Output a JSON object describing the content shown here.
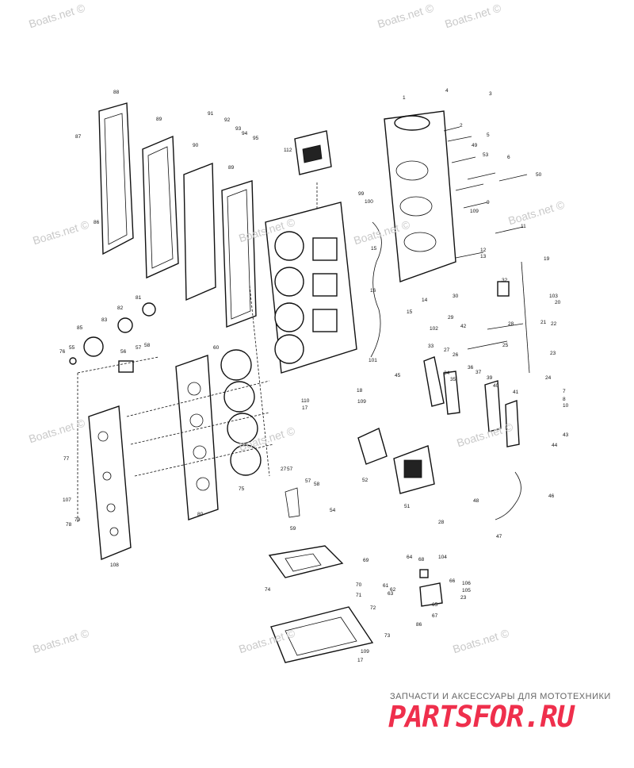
{
  "watermarks": [
    "Boats.net ©",
    "Boats.net ©",
    "Boats.net ©",
    "Boats.net ©",
    "Boats.net ©",
    "Boats.net ©",
    "Boats.net ©",
    "Boats.net ©",
    "Boats.net ©",
    "Boats.net ©",
    "Boats.net ©",
    "Boats.net ©",
    "Boats.net ©"
  ],
  "brand": {
    "caption": "ЗАПЧАСТИ И АКСЕССУАРЫ ДЛЯ МОТОТЕХНИКИ",
    "logo": "PARTSFOR.RU",
    "logo_color": "#ef2f4c"
  },
  "callouts": [
    "88",
    "89",
    "90",
    "89",
    "91",
    "92",
    "93",
    "94",
    "95",
    "87",
    "86",
    "112",
    "4",
    "3",
    "1",
    "2",
    "5",
    "49",
    "53",
    "6",
    "50",
    "99",
    "100",
    "9",
    "109",
    "11",
    "12",
    "13",
    "19",
    "15",
    "16",
    "32",
    "30",
    "103",
    "20",
    "14",
    "15",
    "102",
    "29",
    "42",
    "28",
    "21",
    "22",
    "25",
    "23",
    "33",
    "27",
    "26",
    "101",
    "34",
    "35",
    "36",
    "37",
    "39",
    "24",
    "7",
    "8",
    "10",
    "43",
    "44",
    "40",
    "41",
    "45",
    "60",
    "82",
    "81",
    "83",
    "85",
    "55",
    "76",
    "56",
    "57",
    "58",
    "18",
    "110",
    "17",
    "109",
    "52",
    "51",
    "48",
    "46",
    "47",
    "28",
    "80",
    "75",
    "77",
    "107",
    "108",
    "78",
    "79",
    "27",
    "57",
    "57",
    "58",
    "59",
    "54",
    "69",
    "64",
    "68",
    "104",
    "61",
    "62",
    "63",
    "66",
    "106",
    "105",
    "23",
    "65",
    "67",
    "86",
    "74",
    "70",
    "71",
    "72",
    "73",
    "109",
    "17"
  ]
}
